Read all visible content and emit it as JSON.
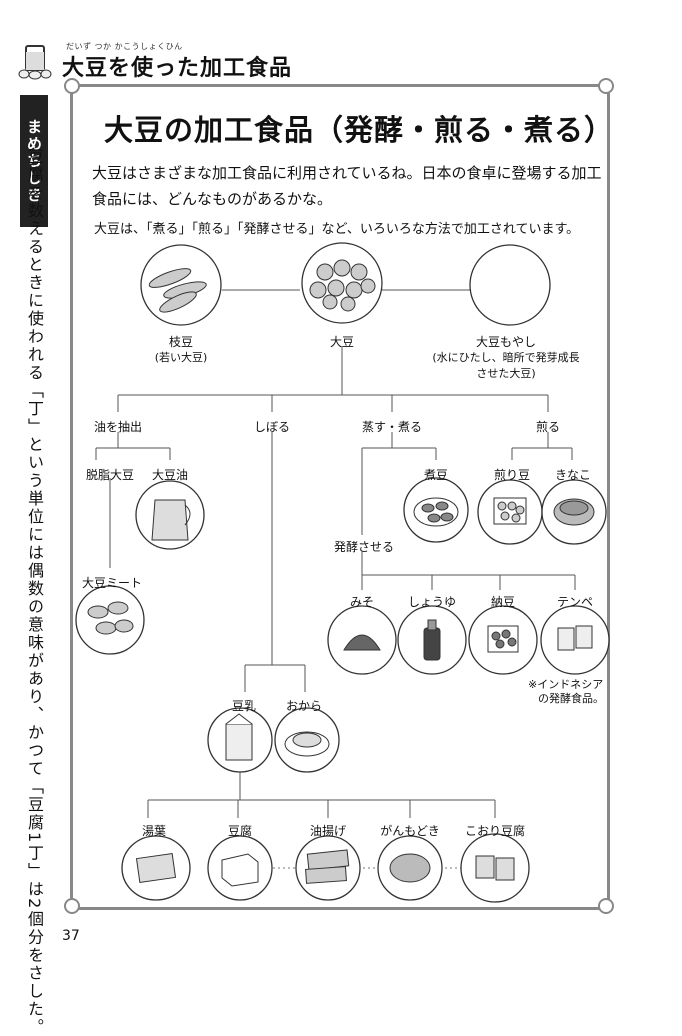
{
  "header": {
    "ruby": "だいず つか かこうしょくひん",
    "title": "大豆を使った加工食品"
  },
  "sidebar": {
    "tag": "まめちしき",
    "text": "豆腐を数えるときに使われる「丁」という単位には偶数の意味があり、かつて「豆腐1丁」は2個分をさした。"
  },
  "main": {
    "title": "大豆の加工食品（発酵・煎る・煮る）",
    "intro": "大豆はさまざまな加工食品に利用されているね。日本の食卓に登場する加工食品には、どんなものがあるかな。",
    "sub_intro": "大豆は、「煮る」「煎る」「発酵させる」など、いろいろな方法で加工されています。"
  },
  "chart": {
    "top": {
      "edamame": "枝豆",
      "edamame_note": "(若い大豆)",
      "daizu": "大豆",
      "moyashi": "大豆もやし",
      "moyashi_note1": "(水にひたし、暗所で発芽成長",
      "moyashi_note2": "させた大豆)"
    },
    "methods": {
      "oil": "油を抽出",
      "squeeze": "しぼる",
      "steam": "蒸す・煮る",
      "roast": "煎る"
    },
    "oil_items": {
      "defatted": "脱脂大豆",
      "soy_oil": "大豆油",
      "soy_meat": "大豆ミート"
    },
    "steam_items": {
      "nimame": "煮豆",
      "ferment": "発酵させる"
    },
    "roast_items": {
      "irimame": "煎り豆",
      "kinako": "きなこ"
    },
    "ferment_items": {
      "miso": "みそ",
      "shoyu": "しょうゆ",
      "natto": "納豆",
      "tempe": "テンペ"
    },
    "tempe_note1": "※インドネシア",
    "tempe_note2": "の発酵食品。",
    "squeeze_items": {
      "tonyu": "豆乳",
      "okara": "おから"
    },
    "bottom_items": {
      "yuba": "湯葉",
      "tofu": "豆腐",
      "aburaage": "油揚げ",
      "ganmodoki": "がんもどき",
      "koritofu": "こおり豆腐"
    }
  },
  "page_number": "37"
}
